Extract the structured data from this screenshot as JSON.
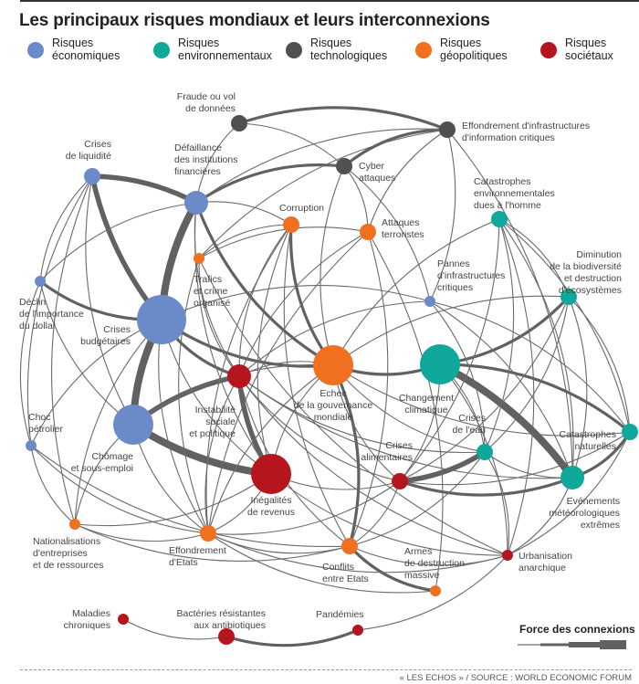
{
  "title": "Les principaux risques mondiaux et leurs interconnexions",
  "colors": {
    "economic": "#6a8bc7",
    "environmental": "#0fa89a",
    "technological": "#505050",
    "geopolitical": "#f07020",
    "societal": "#b5161e",
    "edge": "#616161"
  },
  "legend": [
    {
      "key": "economic",
      "label": "Risques économiques"
    },
    {
      "key": "environmental",
      "label": "Risques environnementaux"
    },
    {
      "key": "technological",
      "label": "Risques technologiques"
    },
    {
      "key": "geopolitical",
      "label": "Risques géopolitiques"
    },
    {
      "key": "societal",
      "label": "Risques sociétaux"
    }
  ],
  "nodes": [
    {
      "id": "fraude",
      "label": "Fraude ou vol de données",
      "cat": "technological",
      "size": 1
    },
    {
      "id": "effinfo",
      "label": "Effondrement d'infrastructures d'information critiques",
      "cat": "technological",
      "size": 1
    },
    {
      "id": "cyber",
      "label": "Cyber attaques",
      "cat": "technological",
      "size": 1
    },
    {
      "id": "liquidite",
      "label": "Crises de liquidité",
      "cat": "economic",
      "size": 1
    },
    {
      "id": "defaillance",
      "label": "Défaillance des institutions financières",
      "cat": "economic",
      "size": 2
    },
    {
      "id": "corruption",
      "label": "Corruption",
      "cat": "geopolitical",
      "size": 1
    },
    {
      "id": "terroristes",
      "label": "Attaques terroristes",
      "cat": "geopolitical",
      "size": 1
    },
    {
      "id": "catenv",
      "label": "Catastrophes environnementales dues à l'homme",
      "cat": "environmental",
      "size": 1
    },
    {
      "id": "trafics",
      "label": "Trafics et crime organisé",
      "cat": "geopolitical",
      "size": 0
    },
    {
      "id": "dollar",
      "label": "Déclin de l'importance du dollar",
      "cat": "economic",
      "size": 0
    },
    {
      "id": "pannes",
      "label": "Pannes d'infrastructures critiques",
      "cat": "economic",
      "size": 0
    },
    {
      "id": "biodiv",
      "label": "Diminution de la biodiversité et destruction d'écosystèmes",
      "cat": "environmental",
      "size": 1
    },
    {
      "id": "budget",
      "label": "Crises budgétaires",
      "cat": "economic",
      "size": 4
    },
    {
      "id": "instabilite",
      "label": "Instabilité sociale et politique",
      "cat": "societal",
      "size": 2
    },
    {
      "id": "gouvernance",
      "label": "Echec de la gouvernance mondiale",
      "cat": "geopolitical",
      "size": 3
    },
    {
      "id": "climat",
      "label": "Changement climatique",
      "cat": "environmental",
      "size": 3
    },
    {
      "id": "petrolier",
      "label": "Choc pétrolier",
      "cat": "economic",
      "size": 0
    },
    {
      "id": "chomage",
      "label": "Chômage et sous-emploi",
      "cat": "economic",
      "size": 3
    },
    {
      "id": "eau",
      "label": "Crises de l'eau",
      "cat": "environmental",
      "size": 1
    },
    {
      "id": "catnat",
      "label": "Catastrophes naturelles",
      "cat": "environmental",
      "size": 1
    },
    {
      "id": "inegalites",
      "label": "Inégalités de revenus",
      "cat": "societal",
      "size": 3
    },
    {
      "id": "alimentaires",
      "label": "Crises alimentaires",
      "cat": "societal",
      "size": 1
    },
    {
      "id": "meteo",
      "label": "Evénements météorologiques extrêmes",
      "cat": "environmental",
      "size": 2
    },
    {
      "id": "nationalisations",
      "label": "Nationalisations d'entreprises et de ressources",
      "cat": "geopolitical",
      "size": 0
    },
    {
      "id": "effetats",
      "label": "Effondrement d'Etats",
      "cat": "geopolitical",
      "size": 1
    },
    {
      "id": "conflits",
      "label": "Conflits entre Etats",
      "cat": "geopolitical",
      "size": 1
    },
    {
      "id": "armes",
      "label": "Armes de destruction massive",
      "cat": "geopolitical",
      "size": 0
    },
    {
      "id": "urbanisation",
      "label": "Urbanisation anarchique",
      "cat": "societal",
      "size": 0
    },
    {
      "id": "maladies",
      "label": "Maladies chroniques",
      "cat": "societal",
      "size": 0
    },
    {
      "id": "bacteries",
      "label": "Bactéries résistantes aux antibiotiques",
      "cat": "societal",
      "size": 1
    },
    {
      "id": "pandemies",
      "label": "Pandémies",
      "cat": "societal",
      "size": 0
    }
  ],
  "labels": {
    "fraude": [
      "Fraude ou vol",
      "de données"
    ],
    "effinfo": [
      "Effondrement d'infrastructures",
      "d'information critiques"
    ],
    "cyber": [
      "Cyber",
      "attaques"
    ],
    "liquidite": [
      "Crises",
      "de liquidité"
    ],
    "defaillance": [
      "Défaillance",
      "des institutions",
      "financières"
    ],
    "corruption": [
      "Corruption"
    ],
    "terroristes": [
      "Attaques",
      "terroristes"
    ],
    "catenv": [
      "Catastrophes",
      "environnementales",
      "dues à l'homme"
    ],
    "trafics": [
      "Trafics",
      "et crime",
      "organisé"
    ],
    "dollar": [
      "Déclin",
      "de l'importance",
      "du dollar"
    ],
    "pannes": [
      "Pannes",
      "d'infrastructures",
      "critiques"
    ],
    "biodiv": [
      "Diminution",
      "de la biodiversité",
      "et destruction",
      "d'écosystèmes"
    ],
    "budget": [
      "Crises",
      "budgétaires"
    ],
    "instabilite": [
      "Instabilité",
      "sociale",
      "et politique"
    ],
    "gouvernance": [
      "Echec",
      "de la gouvernance",
      "mondiale"
    ],
    "climat": [
      "Changement",
      "climatique"
    ],
    "petrolier": [
      "Choc",
      "pétrolier"
    ],
    "chomage": [
      "Chômage",
      "et sous-emploi"
    ],
    "eau": [
      "Crises",
      "de l'eau"
    ],
    "catnat": [
      "Catastrophes",
      "naturelles"
    ],
    "inegalites": [
      "Inégalités",
      "de revenus"
    ],
    "alimentaires": [
      "Crises",
      "alimentaires"
    ],
    "meteo": [
      "Evénements",
      "météorologiques",
      "extrêmes"
    ],
    "nationalisations": [
      "Nationalisations",
      "d'entreprises",
      "et de ressources"
    ],
    "effetats": [
      "Effondrement",
      "d'Etats"
    ],
    "conflits": [
      "Conflits",
      "entre Etats"
    ],
    "armes": [
      "Armes",
      "de destruction",
      "massive"
    ],
    "urbanisation": [
      "Urbanisation",
      "anarchique"
    ],
    "maladies": [
      "Maladies",
      "chroniques"
    ],
    "bacteries": [
      "Bactéries résistantes",
      "aux antibiotiques"
    ],
    "pandemies": [
      "Pandémies"
    ]
  },
  "edges": [
    {
      "s": "liquidite",
      "t": "defaillance",
      "w": 3
    },
    {
      "s": "liquidite",
      "t": "budget",
      "w": 3
    },
    {
      "s": "defaillance",
      "t": "budget",
      "w": 4
    },
    {
      "s": "budget",
      "t": "chomage",
      "w": 4
    },
    {
      "s": "chomage",
      "t": "instabilite",
      "w": 3
    },
    {
      "s": "chomage",
      "t": "inegalites",
      "w": 4
    },
    {
      "s": "instabilite",
      "t": "inegalites",
      "w": 3
    },
    {
      "s": "budget",
      "t": "instabilite",
      "w": 2
    },
    {
      "s": "budget",
      "t": "gouvernance",
      "w": 2
    },
    {
      "s": "dollar",
      "t": "budget",
      "w": 2
    },
    {
      "s": "defaillance",
      "t": "gouvernance",
      "w": 2
    },
    {
      "s": "fraude",
      "t": "effinfo",
      "w": 2
    },
    {
      "s": "cyber",
      "t": "effinfo",
      "w": 2
    },
    {
      "s": "cyber",
      "t": "defaillance",
      "w": 2
    },
    {
      "s": "corruption",
      "t": "gouvernance",
      "w": 2
    },
    {
      "s": "gouvernance",
      "t": "climat",
      "w": 2
    },
    {
      "s": "climat",
      "t": "meteo",
      "w": 4
    },
    {
      "s": "climat",
      "t": "biodiv",
      "w": 2
    },
    {
      "s": "climat",
      "t": "catnat",
      "w": 2
    },
    {
      "s": "alimentaires",
      "t": "eau",
      "w": 3
    },
    {
      "s": "alimentaires",
      "t": "meteo",
      "w": 2
    },
    {
      "s": "meteo",
      "t": "catnat",
      "w": 2
    },
    {
      "s": "conflits",
      "t": "armes",
      "w": 2
    },
    {
      "s": "conflits",
      "t": "gouvernance",
      "w": 2
    },
    {
      "s": "bacteries",
      "t": "pandemies",
      "w": 2
    },
    {
      "s": "maladies",
      "t": "bacteries",
      "w": 1
    },
    {
      "s": "pandemies",
      "t": "urbanisation",
      "w": 1
    },
    {
      "s": "fraude",
      "t": "defaillance",
      "w": 1
    },
    {
      "s": "fraude",
      "t": "cyber",
      "w": 1
    },
    {
      "s": "cyber",
      "t": "terroristes",
      "w": 1
    },
    {
      "s": "cyber",
      "t": "pannes",
      "w": 1
    },
    {
      "s": "cyber",
      "t": "gouvernance",
      "w": 1
    },
    {
      "s": "effinfo",
      "t": "pannes",
      "w": 1
    },
    {
      "s": "effinfo",
      "t": "terroristes",
      "w": 1
    },
    {
      "s": "effinfo",
      "t": "trafics",
      "w": 1
    },
    {
      "s": "effinfo",
      "t": "meteo",
      "w": 1
    },
    {
      "s": "effinfo",
      "t": "defaillance",
      "w": 1
    },
    {
      "s": "liquidite",
      "t": "dollar",
      "w": 1
    },
    {
      "s": "liquidite",
      "t": "petrolier",
      "w": 1
    },
    {
      "s": "liquidite",
      "t": "chomage",
      "w": 1
    },
    {
      "s": "liquidite",
      "t": "nationalisations",
      "w": 1
    },
    {
      "s": "defaillance",
      "t": "corruption",
      "w": 1
    },
    {
      "s": "defaillance",
      "t": "instabilite",
      "w": 1
    },
    {
      "s": "defaillance",
      "t": "inegalites",
      "w": 1
    },
    {
      "s": "defaillance",
      "t": "dollar",
      "w": 1
    },
    {
      "s": "corruption",
      "t": "trafics",
      "w": 1
    },
    {
      "s": "corruption",
      "t": "instabilite",
      "w": 1
    },
    {
      "s": "corruption",
      "t": "effetats",
      "w": 1
    },
    {
      "s": "corruption",
      "t": "inegalites",
      "w": 1
    },
    {
      "s": "corruption",
      "t": "conflits",
      "w": 1
    },
    {
      "s": "terroristes",
      "t": "instabilite",
      "w": 1
    },
    {
      "s": "terroristes",
      "t": "effetats",
      "w": 1
    },
    {
      "s": "terroristes",
      "t": "conflits",
      "w": 1
    },
    {
      "s": "terroristes",
      "t": "armes",
      "w": 1
    },
    {
      "s": "terroristes",
      "t": "trafics",
      "w": 1
    },
    {
      "s": "trafics",
      "t": "effetats",
      "w": 1
    },
    {
      "s": "trafics",
      "t": "instabilite",
      "w": 1
    },
    {
      "s": "trafics",
      "t": "urbanisation",
      "w": 1
    },
    {
      "s": "catenv",
      "t": "biodiv",
      "w": 1
    },
    {
      "s": "catenv",
      "t": "meteo",
      "w": 1
    },
    {
      "s": "catenv",
      "t": "catnat",
      "w": 1
    },
    {
      "s": "catenv",
      "t": "eau",
      "w": 1
    },
    {
      "s": "catenv",
      "t": "urbanisation",
      "w": 1
    },
    {
      "s": "catenv",
      "t": "gouvernance",
      "w": 1
    },
    {
      "s": "catenv",
      "t": "alimentaires",
      "w": 1
    },
    {
      "s": "biodiv",
      "t": "meteo",
      "w": 1
    },
    {
      "s": "biodiv",
      "t": "eau",
      "w": 1
    },
    {
      "s": "biodiv",
      "t": "alimentaires",
      "w": 1
    },
    {
      "s": "biodiv",
      "t": "gouvernance",
      "w": 1
    },
    {
      "s": "biodiv",
      "t": "catnat",
      "w": 1
    },
    {
      "s": "pannes",
      "t": "meteo",
      "w": 1
    },
    {
      "s": "pannes",
      "t": "catnat",
      "w": 1
    },
    {
      "s": "pannes",
      "t": "budget",
      "w": 1
    },
    {
      "s": "pannes",
      "t": "eau",
      "w": 1
    },
    {
      "s": "pannes",
      "t": "instabilite",
      "w": 1
    },
    {
      "s": "gouvernance",
      "t": "effetats",
      "w": 1
    },
    {
      "s": "gouvernance",
      "t": "inegalites",
      "w": 1
    },
    {
      "s": "gouvernance",
      "t": "instabilite",
      "w": 1
    },
    {
      "s": "gouvernance",
      "t": "alimentaires",
      "w": 1
    },
    {
      "s": "gouvernance",
      "t": "eau",
      "w": 1
    },
    {
      "s": "gouvernance",
      "t": "catnat",
      "w": 1
    },
    {
      "s": "gouvernance",
      "t": "chomage",
      "w": 1
    },
    {
      "s": "climat",
      "t": "eau",
      "w": 1
    },
    {
      "s": "climat",
      "t": "alimentaires",
      "w": 1
    },
    {
      "s": "climat",
      "t": "urbanisation",
      "w": 1
    },
    {
      "s": "eau",
      "t": "meteo",
      "w": 1
    },
    {
      "s": "eau",
      "t": "conflits",
      "w": 1
    },
    {
      "s": "eau",
      "t": "urbanisation",
      "w": 1
    },
    {
      "s": "eau",
      "t": "instabilite",
      "w": 1
    },
    {
      "s": "catnat",
      "t": "urbanisation",
      "w": 1
    },
    {
      "s": "catnat",
      "t": "alimentaires",
      "w": 1
    },
    {
      "s": "meteo",
      "t": "urbanisation",
      "w": 1
    },
    {
      "s": "alimentaires",
      "t": "instabilite",
      "w": 1
    },
    {
      "s": "alimentaires",
      "t": "inegalites",
      "w": 1
    },
    {
      "s": "alimentaires",
      "t": "effetats",
      "w": 1
    },
    {
      "s": "alimentaires",
      "t": "conflits",
      "w": 1
    },
    {
      "s": "instabilite",
      "t": "effetats",
      "w": 1
    },
    {
      "s": "instabilite",
      "t": "conflits",
      "w": 1
    },
    {
      "s": "instabilite",
      "t": "urbanisation",
      "w": 1
    },
    {
      "s": "instabilite",
      "t": "meteo",
      "w": 1
    },
    {
      "s": "inegalites",
      "t": "effetats",
      "w": 1
    },
    {
      "s": "inegalites",
      "t": "urbanisation",
      "w": 1
    },
    {
      "s": "inegalites",
      "t": "nationalisations",
      "w": 1
    },
    {
      "s": "budget",
      "t": "effetats",
      "w": 1
    },
    {
      "s": "budget",
      "t": "inegalites",
      "w": 1
    },
    {
      "s": "budget",
      "t": "petrolier",
      "w": 1
    },
    {
      "s": "budget",
      "t": "nationalisations",
      "w": 1
    },
    {
      "s": "chomage",
      "t": "nationalisations",
      "w": 1
    },
    {
      "s": "chomage",
      "t": "effetats",
      "w": 1
    },
    {
      "s": "petrolier",
      "t": "nationalisations",
      "w": 1
    },
    {
      "s": "petrolier",
      "t": "effetats",
      "w": 1
    },
    {
      "s": "petrolier",
      "t": "conflits",
      "w": 1
    },
    {
      "s": "nationalisations",
      "t": "effetats",
      "w": 1
    },
    {
      "s": "nationalisations",
      "t": "conflits",
      "w": 1
    },
    {
      "s": "effetats",
      "t": "conflits",
      "w": 1
    },
    {
      "s": "effetats",
      "t": "urbanisation",
      "w": 1
    },
    {
      "s": "effetats",
      "t": "armes",
      "w": 1
    },
    {
      "s": "conflits",
      "t": "urbanisation",
      "w": 1
    },
    {
      "s": "dollar",
      "t": "petrolier",
      "w": 1
    },
    {
      "s": "dollar",
      "t": "chomage",
      "w": 1
    }
  ],
  "strength_legend": {
    "title": "Force des connexions",
    "levels": [
      1,
      2,
      3,
      4
    ]
  },
  "source": "« LES ECHOS » / SOURCE : WORLD ECONOMIC FORUM"
}
